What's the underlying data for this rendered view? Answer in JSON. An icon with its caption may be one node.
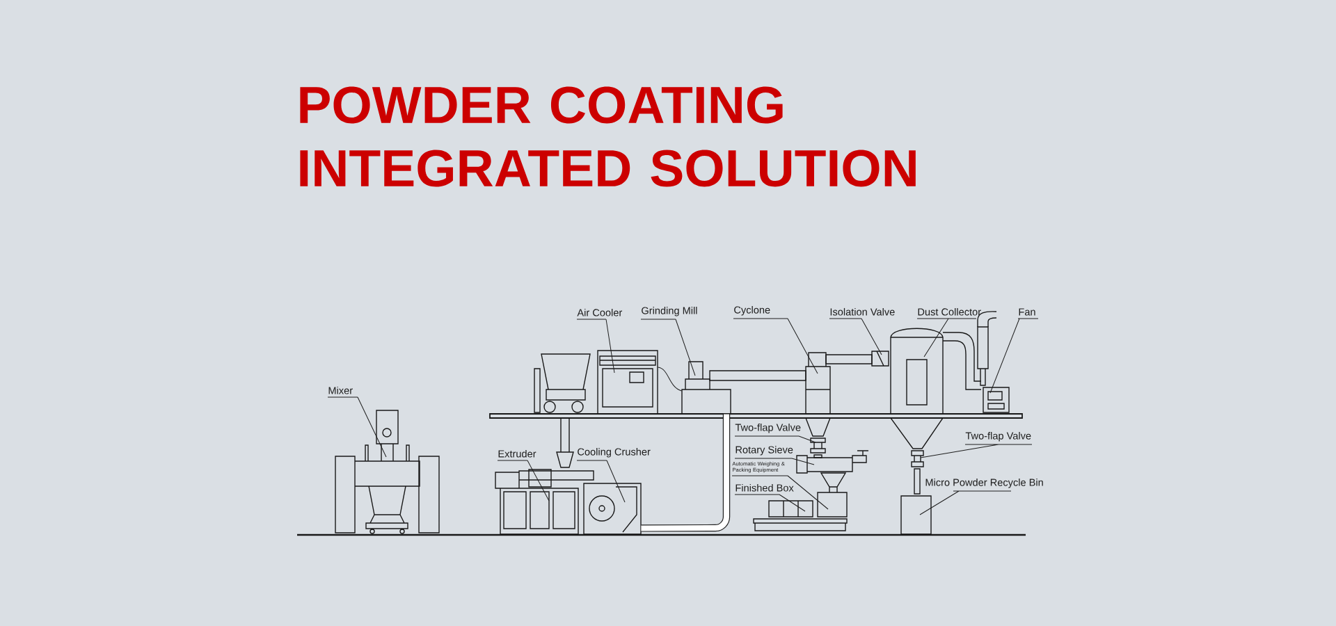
{
  "diagram": {
    "title": "POWDER COATING INTEGRATED SOLUTION",
    "nodes": [
      {
        "text": [
          "Mixer"
        ]
      },
      {
        "text": [
          "Air Cooler"
        ]
      },
      {
        "text": [
          "Grinding Mill"
        ]
      },
      {
        "text": [
          "Extruder"
        ]
      },
      {
        "text": [
          "Cooling Crusher"
        ]
      },
      {
        "text": [
          "Cyclone"
        ]
      },
      {
        "text": [
          "Isolation Valve"
        ]
      },
      {
        "text": [
          "Dust Collector"
        ]
      },
      {
        "text": [
          "Fan"
        ]
      },
      {
        "text": [
          "Two-flap Valve"
        ]
      },
      {
        "text": [
          "Rotary Sieve"
        ]
      },
      {
        "text": [
          "Automatic Weighing & Packing Equipment"
        ]
      },
      {
        "text": [
          "Finished Box"
        ]
      },
      {
        "text": [
          "Two-flap Valve"
        ]
      },
      {
        "text": [
          "Micro Powder Recycle Bin"
        ]
      },
      {
        "text": [],
        "shape": "picture"
      },
      {
        "text": [],
        "shape": "picture"
      },
      {
        "text": [],
        "shape": "picture"
      },
      {
        "text": [],
        "shape": "picture"
      },
      {
        "text": [],
        "shape": "picture"
      },
      {
        "text": [],
        "shape": "picture"
      },
      {
        "text": [],
        "shape": "picture"
      },
      {
        "text": [],
        "shape": "picture"
      },
      {
        "text": [],
        "shape": "picture"
      },
      {
        "text": [],
        "shape": "picture"
      },
      {
        "text": [],
        "shape": "picture"
      },
      {
        "text": [],
        "shape": "picture"
      },
      {
        "text": [],
        "shape": "picture"
      },
      {
        "text": [],
        "shape": "picture"
      },
      {
        "text": [],
        "shape": "box"
      }
    ],
    "edges": [
      {
        "from": 0,
        "to": 15,
        "arrow": "none"
      },
      {
        "from": 1,
        "to": 16,
        "arrow": "none"
      },
      {
        "from": 2,
        "to": 17,
        "arrow": "none"
      },
      {
        "from": 3,
        "to": 18,
        "arrow": "none"
      },
      {
        "from": 4,
        "to": 19,
        "arrow": "none"
      },
      {
        "from": 5,
        "to": 20,
        "arrow": "none"
      },
      {
        "from": 6,
        "to": 21,
        "arrow": "none"
      },
      {
        "from": 7,
        "to": 22,
        "arrow": "none"
      },
      {
        "from": 8,
        "to": 23,
        "arrow": "none"
      },
      {
        "from": 9,
        "to": 24,
        "arrow": "none"
      },
      {
        "from": 10,
        "to": 25,
        "arrow": "none"
      },
      {
        "from": 11,
        "to": 26,
        "arrow": "none"
      },
      {
        "from": 12,
        "to": 27,
        "arrow": "none"
      },
      {
        "from": 13,
        "to": 28,
        "arrow": "none"
      },
      {
        "from": 14,
        "to": 29,
        "arrow": "none"
      },
      {
        "from": 16,
        "to": 17,
        "arrow": "none"
      },
      {
        "from": 19,
        "to": 17,
        "arrow": "none",
        "style": "thick"
      }
    ]
  }
}
